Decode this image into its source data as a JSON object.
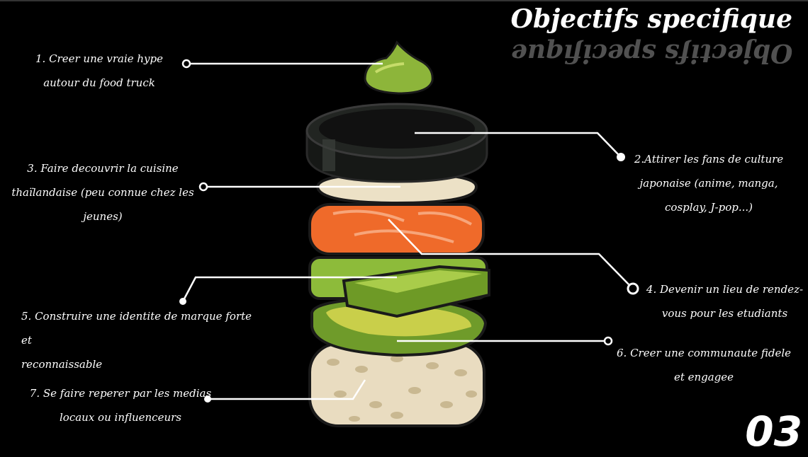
{
  "title": "Objectifs specifique",
  "page_number": "03",
  "objectives": [
    {
      "line1": "1. Creer une vraie hype",
      "line2": "autour du food truck"
    },
    {
      "line1": "2.Attirer les fans de culture",
      "line2": "japonaise (anime, manga,",
      "line3": "cosplay, J-pop...)"
    },
    {
      "line1": "3. Faire decouvrir la cuisine",
      "line2": "thaïlandaise (peu connue chez les",
      "line3": "jeunes)"
    },
    {
      "line1": "4. Devenir un lieu de rendez-",
      "line2": "vous pour les etudiants"
    },
    {
      "line1": "5. Construire une identite de marque forte et",
      "line2": "reconnaissable"
    },
    {
      "line1": "6. Creer une communaute fidele",
      "line2": "et engagee"
    },
    {
      "line1": "7. Se faire reperer par les medias",
      "line2": "locaux ou influenceurs"
    }
  ]
}
